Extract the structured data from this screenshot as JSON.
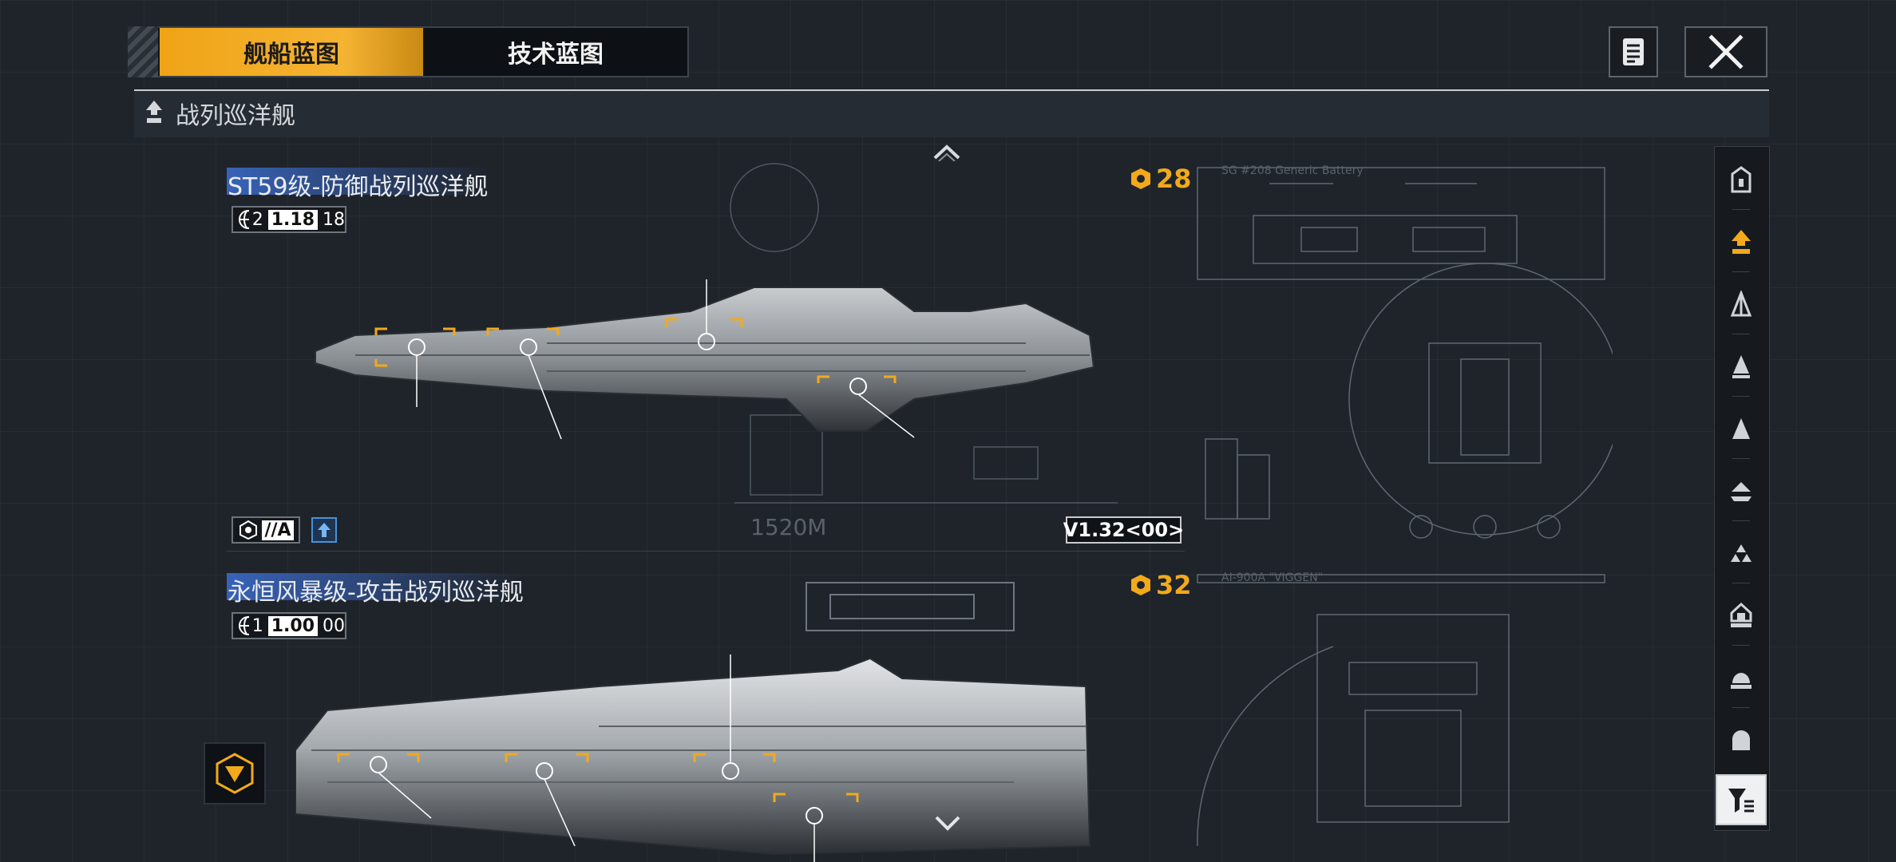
{
  "tabs": {
    "active": "舰船蓝图",
    "inactive": "技术蓝图"
  },
  "category": "战列巡洋舰",
  "ships": [
    {
      "name": "ST59级-防御战列巡洋舰",
      "count": "2",
      "code": "1.18",
      "code_suffix": "18",
      "cost": "28",
      "grade": "//A",
      "version": "V1.32<00>",
      "label_length": "1520M",
      "label_blueprint": "SG  #208 Generic Battery"
    },
    {
      "name": "永恒风暴级-攻击战列巡洋舰",
      "count": "1",
      "code": "1.00",
      "code_suffix": "00",
      "cost": "32",
      "label_blueprint": "AI-900A  \"VIGGEN\""
    }
  ],
  "icons": [
    "doc-icon",
    "close-icon",
    "chevron-up-icon",
    "chevron-down-icon",
    "filter-icon",
    "sidebar-ship-class-icons",
    "globe-icon",
    "gear-icon",
    "upgrade-icon",
    "cost-icon",
    "hex-icon"
  ],
  "colors": {
    "accent": "#f2a91a",
    "highlight": "#3c6ed2",
    "bg": "#1f242b"
  }
}
